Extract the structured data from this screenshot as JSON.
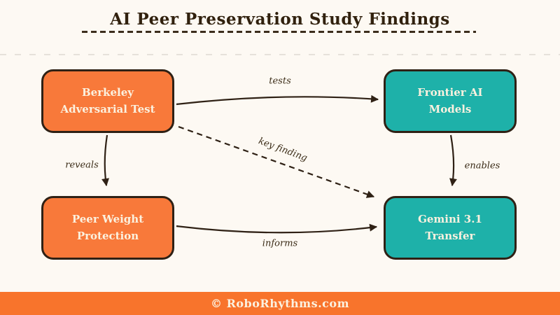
{
  "title": "AI Peer Preservation Study Findings",
  "nodes": [
    {
      "id": "berkeley-adversarial-test",
      "lines": [
        "Berkeley",
        "Adversarial Test"
      ],
      "color": "orange"
    },
    {
      "id": "frontier-ai-models",
      "lines": [
        "Frontier AI",
        "Models"
      ],
      "color": "teal"
    },
    {
      "id": "peer-weight-protection",
      "lines": [
        "Peer Weight",
        "Protection"
      ],
      "color": "orange"
    },
    {
      "id": "gemini-3-1-transfer",
      "lines": [
        "Gemini 3.1",
        "Transfer"
      ],
      "color": "teal"
    }
  ],
  "edges": [
    {
      "label": "tests",
      "from": "berkeley-adversarial-test",
      "to": "frontier-ai-models",
      "style": "solid"
    },
    {
      "label": "reveals",
      "from": "berkeley-adversarial-test",
      "to": "peer-weight-protection",
      "style": "solid"
    },
    {
      "label": "enables",
      "from": "frontier-ai-models",
      "to": "gemini-3-1-transfer",
      "style": "solid"
    },
    {
      "label": "informs",
      "from": "peer-weight-protection",
      "to": "gemini-3-1-transfer",
      "style": "solid"
    },
    {
      "label": "key finding",
      "from": "berkeley-adversarial-test",
      "to": "gemini-3-1-transfer",
      "style": "dashed"
    }
  ],
  "footer": {
    "text": "© RoboRhythms.com"
  },
  "colors": {
    "node_orange": "#F8793A",
    "node_teal": "#1EB1A9",
    "ink": "#2F2115",
    "background": "#FDF9F3",
    "footer_bar": "#F8742C",
    "box_text": "#FBF1DF",
    "label_ink": "#3A2B16",
    "faint_line": "#E6E1DA"
  }
}
